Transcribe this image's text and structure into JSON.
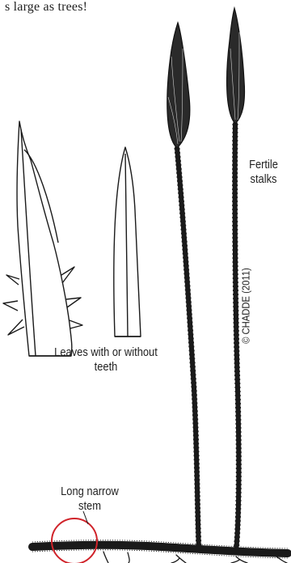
{
  "top_text": "s large as trees!",
  "labels": {
    "fertile_stalks": "Fertile stalks",
    "leaves": "Leaves with or without teeth",
    "stem": "Long narrow stem"
  },
  "credit": "© CHADDE (2011)",
  "colors": {
    "ink": "#1a1a1a",
    "highlight_circle": "#d0232a"
  }
}
